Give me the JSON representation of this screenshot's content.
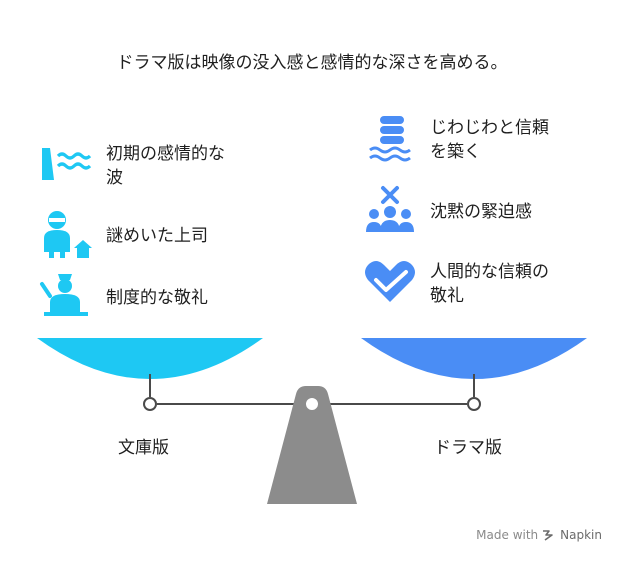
{
  "title": "ドラマ版は映像の没入感と感情的な深さを高める。",
  "left": {
    "label": "文庫版",
    "color": "#1ec8f3",
    "items": [
      {
        "text": "初期の感情的な波",
        "line1": "初期の感情的な",
        "line2": "波",
        "icon": "wave-dam-icon"
      },
      {
        "text": "謎めいた上司",
        "line1": "謎めいた上司",
        "line2": "",
        "icon": "boss-icon"
      },
      {
        "text": "制度的な敬礼",
        "line1": "制度的な敬礼",
        "line2": "",
        "icon": "salute-icon"
      }
    ]
  },
  "right": {
    "label": "ドラマ版",
    "color": "#4a8df5",
    "items": [
      {
        "text": "じわじわと信頼を築く",
        "line1": "じわじわと信頼",
        "line2": "を築く",
        "icon": "stack-water-icon"
      },
      {
        "text": "沈黙の緊迫感",
        "line1": "沈黙の緊迫感",
        "line2": "",
        "icon": "people-cross-icon"
      },
      {
        "text": "人間的な信頼の敬礼",
        "line1": "人間的な信頼の",
        "line2": "敬礼",
        "icon": "heart-check-icon"
      }
    ]
  },
  "footer": {
    "made_with": "Made with",
    "brand": "Napkin"
  },
  "colors": {
    "fulcrum": "#8c8c8c",
    "beam": "#4a4a4a"
  }
}
